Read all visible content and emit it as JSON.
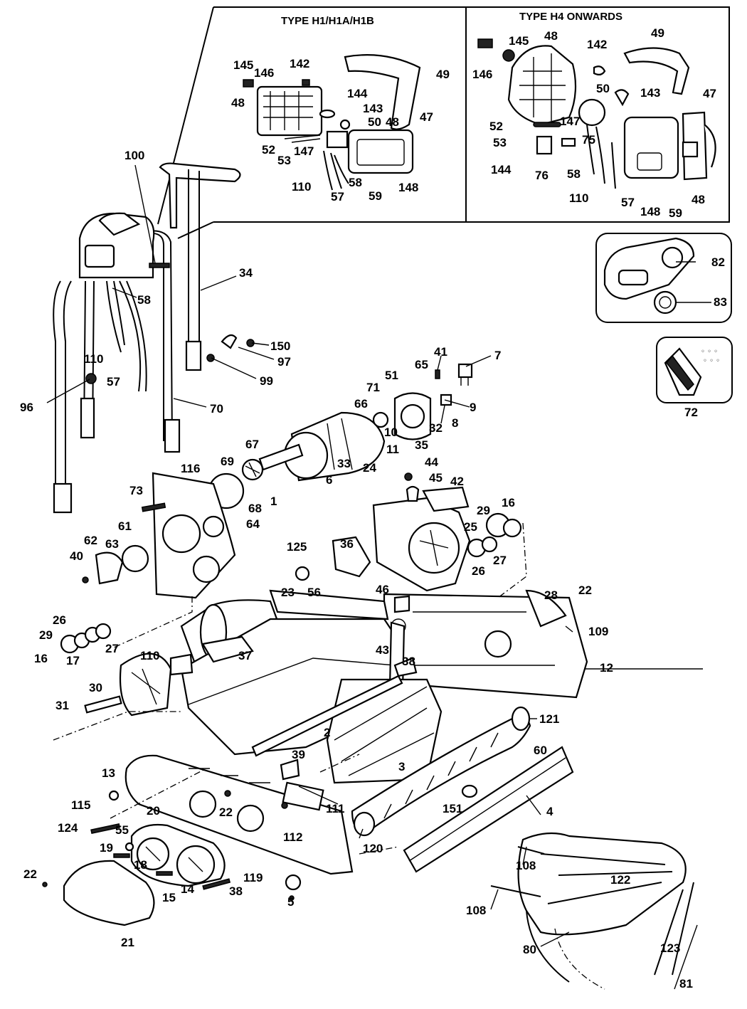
{
  "insets": {
    "type_h1": {
      "title": "TYPE H1/H1A/H1B"
    },
    "type_h4": {
      "title": "TYPE H4  ONWARDS"
    }
  },
  "labels": {
    "n100": "100",
    "n58": "58",
    "n110": "110",
    "n57": "57",
    "n96": "96",
    "n34": "34",
    "n150": "150",
    "n97": "97",
    "n99": "99",
    "n70": "70",
    "h1_145": "145",
    "h1_146": "146",
    "h1_142": "142",
    "h1_49": "49",
    "h1_48": "48",
    "h1_144": "144",
    "h1_143": "143",
    "h1_50": "50",
    "h1_48b": "48",
    "h1_47": "47",
    "h1_52": "52",
    "h1_53": "53",
    "h1_147": "147",
    "h1_110": "110",
    "h1_57": "57",
    "h1_58": "58",
    "h1_59": "59",
    "h1_148": "148",
    "h4_145": "145",
    "h4_48": "48",
    "h4_49": "49",
    "h4_146": "146",
    "h4_142": "142",
    "h4_50": "50",
    "h4_143": "143",
    "h4_47": "47",
    "h4_52": "52",
    "h4_147": "147",
    "h4_53": "53",
    "h4_75": "75",
    "h4_144": "144",
    "h4_76": "76",
    "h4_58": "58",
    "h4_110": "110",
    "h4_57": "57",
    "h4_148": "148",
    "h4_59": "59",
    "h4_48b": "48",
    "n82": "82",
    "n83": "83",
    "n72": "72",
    "n7": "7",
    "n41": "41",
    "n65": "65",
    "n51": "51",
    "n71": "71",
    "n66": "66",
    "n9": "9",
    "n8": "8",
    "n32": "32",
    "n35": "35",
    "n10": "10",
    "n11": "11",
    "n24": "24",
    "n33": "33",
    "n67": "67",
    "n6": "6",
    "n69": "69",
    "n116": "116",
    "n1": "1",
    "n68": "68",
    "n64": "64",
    "n73": "73",
    "n61": "61",
    "n62": "62",
    "n63": "63",
    "n40": "40",
    "n44": "44",
    "n45": "45",
    "n42": "42",
    "n16": "16",
    "n29": "29",
    "n25": "25",
    "n27": "27",
    "n26": "26",
    "n125": "125",
    "n36": "36",
    "n28": "28",
    "n22": "22",
    "n23": "23",
    "n56": "56",
    "n46": "46",
    "n109": "109",
    "n12": "12",
    "n26b": "26",
    "n29b": "29",
    "n27b": "27",
    "n16b": "16",
    "n17": "17",
    "n110b": "110",
    "n37": "37",
    "n43": "43",
    "n38": "38",
    "n30": "30",
    "n31": "31",
    "n121": "121",
    "n2": "2",
    "n60": "60",
    "n39": "39",
    "n3": "3",
    "n13": "13",
    "n115": "115",
    "n20": "20",
    "n111": "111",
    "n151": "151",
    "n4": "4",
    "n22b": "22",
    "n124": "124",
    "n55": "55",
    "n112": "112",
    "n120": "120",
    "n19": "19",
    "n18": "18",
    "n108": "108",
    "n22c": "22",
    "n15": "15",
    "n14": "14",
    "n38b": "38",
    "n119": "119",
    "n5": "5",
    "n21": "21",
    "n108b": "108",
    "n122": "122",
    "n80": "80",
    "n123": "123",
    "n81": "81"
  }
}
